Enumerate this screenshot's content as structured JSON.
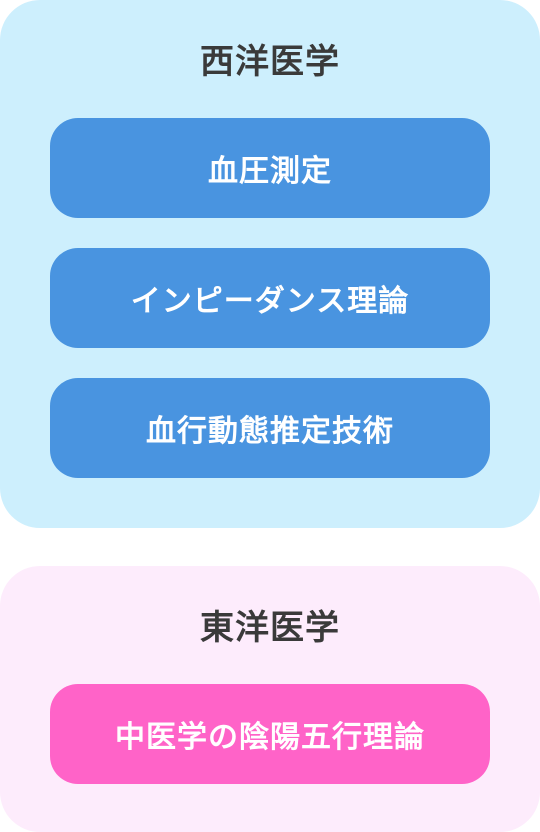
{
  "west": {
    "title": "西洋医学",
    "items": [
      {
        "label": "血圧測定"
      },
      {
        "label": "インピーダンス理論"
      },
      {
        "label": "血行動態推定技術"
      }
    ],
    "color": "#4994e0",
    "background": "#cdeffd"
  },
  "east": {
    "title": "東洋医学",
    "items": [
      {
        "label": "中医学の陰陽五行理論"
      }
    ],
    "color": "#ff63c8",
    "background": "#fdecfc"
  }
}
